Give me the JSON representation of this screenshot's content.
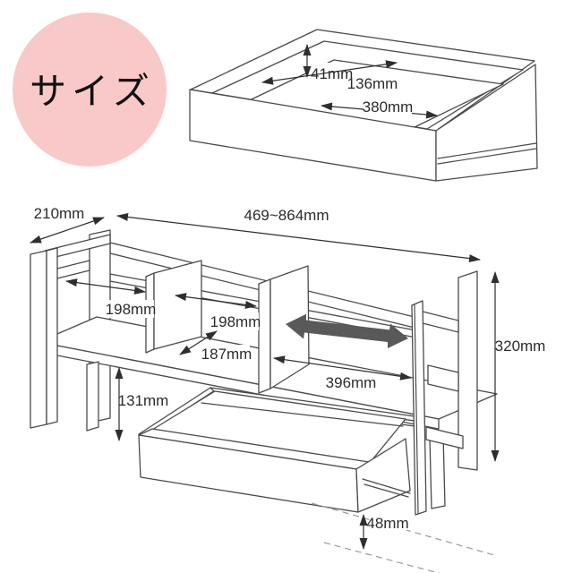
{
  "badge": {
    "label": "サイズ",
    "bg_color": "#f9c8c8"
  },
  "drawer_diagram": {
    "labels": {
      "inner_height": "41mm",
      "inner_depth": "136mm",
      "inner_width": "380mm"
    }
  },
  "shelf_diagram": {
    "labels": {
      "depth": "210mm",
      "width_range": "469~864mm",
      "left_compartment": "198mm",
      "right_compartment": "198mm",
      "compartment_depth": "187mm",
      "under_shelf_clearance": "131mm",
      "drawer_width": "396mm",
      "height": "320mm",
      "drawer_bottom_clearance": "48mm"
    },
    "slide_arrow_color": "#595959"
  }
}
